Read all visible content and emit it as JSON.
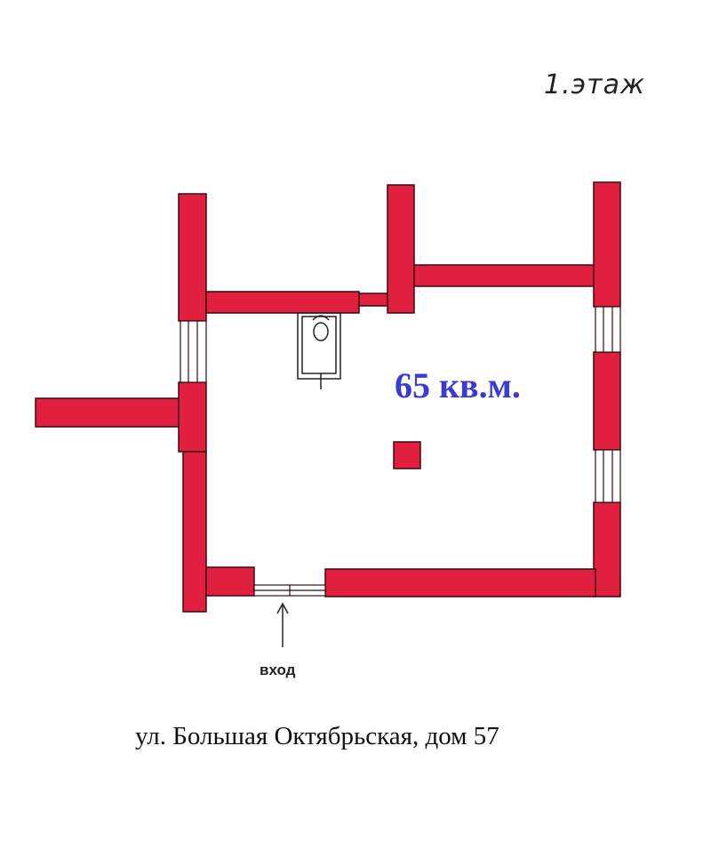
{
  "plan": {
    "floor": "1.этаж",
    "area": "65 кв.м.",
    "entrance": "вход",
    "address": "ул. Большая Октябрьская, дом 57"
  },
  "colors": {
    "wall": "#e0203e",
    "outline": "#3a0a10",
    "window": "#ffffff",
    "area_text": "#3a3ad6"
  },
  "icons": [
    "toilet-icon",
    "entrance-arrow-icon",
    "window-icon"
  ]
}
